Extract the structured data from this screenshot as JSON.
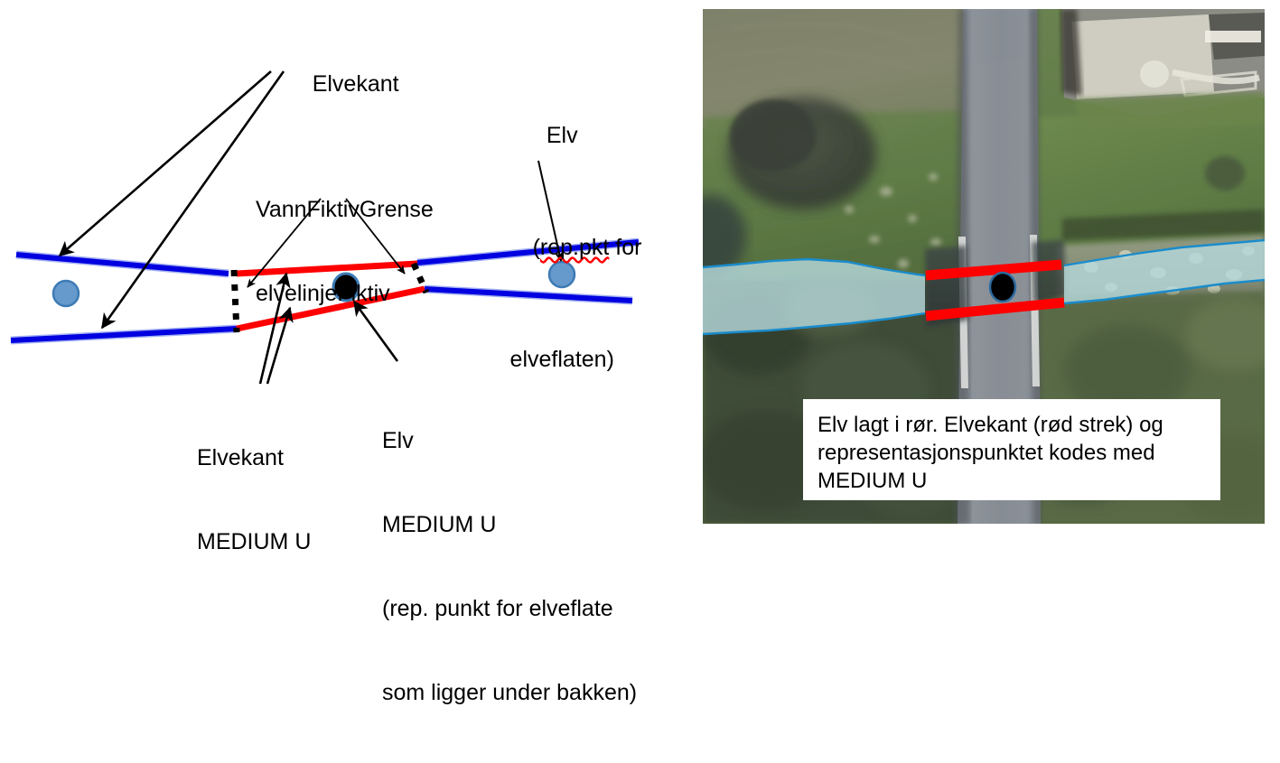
{
  "diagram": {
    "labels": {
      "elvekant_top": "Elvekant",
      "elv_rep_line1": "Elv",
      "elv_rep_line2a": "(",
      "elv_rep_line2b": "rep.pkt",
      "elv_rep_line2c": " for",
      "elv_rep_line3": "elveflaten)",
      "vannfiktiv_line1": "VannFiktivGrense",
      "vannfiktiv_line2": "elvelinjeFiktiv",
      "elvekant_medium_line1": "Elvekant",
      "elvekant_medium_line2": "MEDIUM U",
      "elv_medium_line1": "Elv",
      "elv_medium_line2": "MEDIUM U",
      "elv_medium_line3": "(rep. punkt for elveflate",
      "elv_medium_line4": "som ligger under bakken)"
    },
    "colors": {
      "riverbank_blue": "#0000e0",
      "riverbank_blue_halo": "#8080ff",
      "culvert_red": "#ff0000",
      "fictive_boundary_black": "#000000",
      "rep_point_fill": "#6699cc",
      "rep_point_stroke": "#3d7bb5",
      "rep_point_underground": "#000000",
      "arrow_black": "#000000"
    },
    "feature_names": {
      "riverbank": "Elvekant",
      "fictive_boundary": "VannFiktivGrense elvelinjeFiktiv",
      "river_rep_point": "Elv (rep.pkt for elveflaten)",
      "riverbank_underground": "Elvekant MEDIUM U",
      "river_rep_point_underground": "Elv MEDIUM U"
    }
  },
  "photo": {
    "caption_line1": "Elv lagt i rør. Elvekant (rød strek) og",
    "caption_line2": "representasjonspunktet kodes med",
    "caption_line3": "MEDIUM U",
    "colors": {
      "water_fill": "#b5d8da",
      "water_outline": "#1a8ccc",
      "culvert_red": "#ff0000",
      "rep_point": "#000000",
      "caption_bg": "#ffffff"
    }
  }
}
